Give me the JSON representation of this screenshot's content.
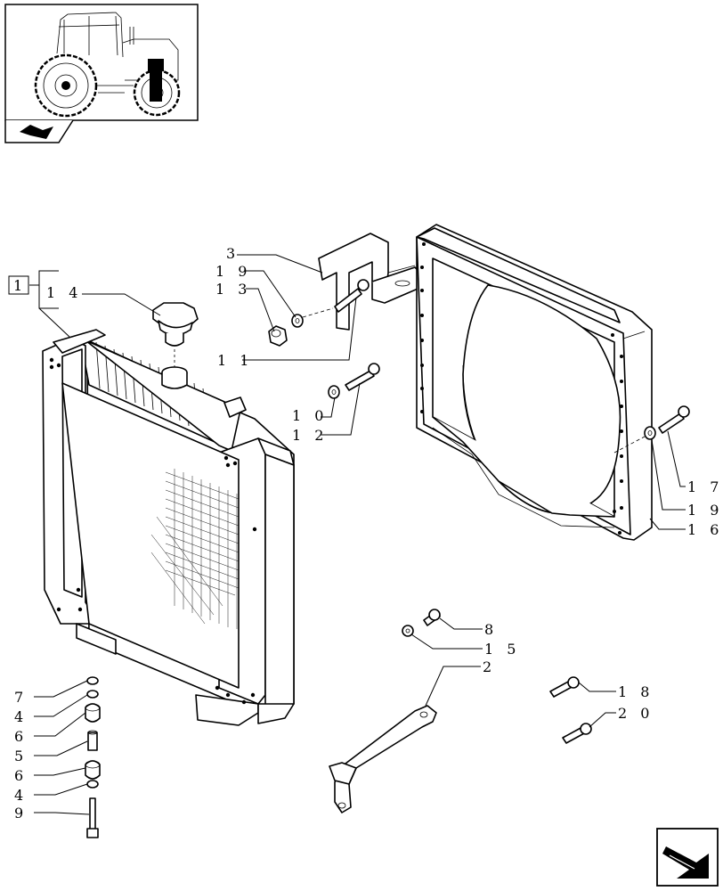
{
  "diagram": {
    "group_label": "1",
    "callouts": [
      {
        "id": "c3",
        "text": "3"
      },
      {
        "id": "c19a",
        "text": "1 9"
      },
      {
        "id": "c13",
        "text": "1 3"
      },
      {
        "id": "c14",
        "text": "1 4"
      },
      {
        "id": "c11",
        "text": "1 1"
      },
      {
        "id": "c10",
        "text": "1 0"
      },
      {
        "id": "c12",
        "text": "1 2"
      },
      {
        "id": "c17",
        "text": "1 7"
      },
      {
        "id": "c19b",
        "text": "1 9"
      },
      {
        "id": "c16",
        "text": "1 6"
      },
      {
        "id": "c8",
        "text": "8"
      },
      {
        "id": "c15",
        "text": "1 5"
      },
      {
        "id": "c2",
        "text": "2"
      },
      {
        "id": "c18",
        "text": "1 8"
      },
      {
        "id": "c20",
        "text": "2 0"
      },
      {
        "id": "c7",
        "text": "7"
      },
      {
        "id": "c4a",
        "text": "4"
      },
      {
        "id": "c6a",
        "text": "6"
      },
      {
        "id": "c5",
        "text": "5"
      },
      {
        "id": "c6b",
        "text": "6"
      },
      {
        "id": "c4b",
        "text": "4"
      },
      {
        "id": "c9",
        "text": "9"
      }
    ]
  }
}
